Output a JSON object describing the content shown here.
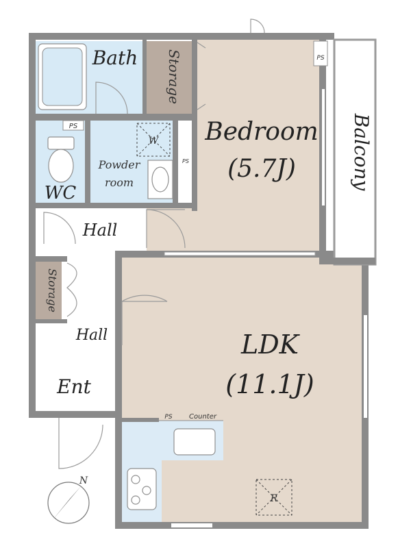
{
  "rooms": {
    "bath": "Bath",
    "storage_top": "Storage",
    "bedroom": "Bedroom",
    "bedroom_size": "(5.7J)",
    "balcony": "Balcony",
    "wc": "WC",
    "ps_wc": "PS",
    "powder_line1": "Powder",
    "powder_line2": "room",
    "w_mark": "W",
    "ps_side": "PS",
    "ps_top": "PS",
    "hall_upper": "Hall",
    "storage_left": "Storage",
    "hall_lower": "Hall",
    "ldk": "LDK",
    "ldk_size": "(11.1J)",
    "ent": "Ent",
    "ps_kitchen": "PS",
    "counter": "Counter",
    "r_mark": "R",
    "north": "N"
  },
  "colors": {
    "wall": "#8a8a8a",
    "bath_floor": "#d7eaf6",
    "storage": "#b9aba0",
    "bedroom_floor": "#e5d9cc",
    "ldk_floor": "#e5d9cc",
    "kitchen_floor": "#dcebf6",
    "hall_floor": "#ffffff"
  }
}
